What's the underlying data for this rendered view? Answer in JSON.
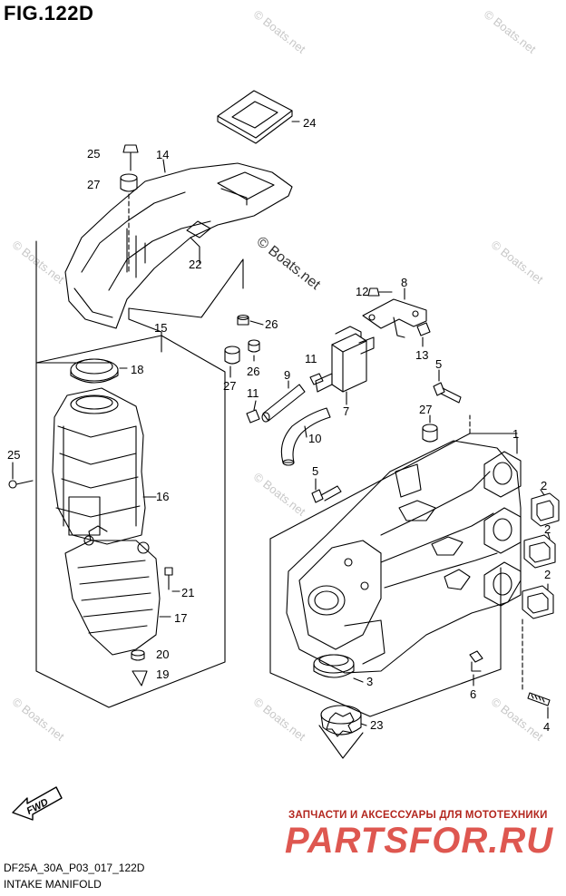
{
  "figure": {
    "title": "FIG.122D",
    "code": "DF25A_30A_P03_017_122D",
    "name": "INTAKE MANIFOLD"
  },
  "watermarks": {
    "boats": "© Boats.net",
    "shop_line": "ЗАПЧАСТИ И АКСЕССУАРЫ ДЛЯ МОТОТЕХНИКИ",
    "shop_brand": "PARTSFOR.RU"
  },
  "direction_label": "FWD",
  "callouts": [
    {
      "id": "c1",
      "text": "1"
    },
    {
      "id": "c2a",
      "text": "2"
    },
    {
      "id": "c2b",
      "text": "2"
    },
    {
      "id": "c2c",
      "text": "2"
    },
    {
      "id": "c3",
      "text": "3"
    },
    {
      "id": "c4",
      "text": "4"
    },
    {
      "id": "c5a",
      "text": "5"
    },
    {
      "id": "c5b",
      "text": "5"
    },
    {
      "id": "c6",
      "text": "6"
    },
    {
      "id": "c7",
      "text": "7"
    },
    {
      "id": "c8",
      "text": "8"
    },
    {
      "id": "c9",
      "text": "9"
    },
    {
      "id": "c10",
      "text": "10"
    },
    {
      "id": "c11a",
      "text": "11"
    },
    {
      "id": "c11b",
      "text": "11"
    },
    {
      "id": "c12",
      "text": "12"
    },
    {
      "id": "c13",
      "text": "13"
    },
    {
      "id": "c14",
      "text": "14"
    },
    {
      "id": "c15",
      "text": "15"
    },
    {
      "id": "c16",
      "text": "16"
    },
    {
      "id": "c17",
      "text": "17"
    },
    {
      "id": "c18",
      "text": "18"
    },
    {
      "id": "c19",
      "text": "19"
    },
    {
      "id": "c20",
      "text": "20"
    },
    {
      "id": "c21",
      "text": "21"
    },
    {
      "id": "c22",
      "text": "22"
    },
    {
      "id": "c23",
      "text": "23"
    },
    {
      "id": "c24",
      "text": "24"
    },
    {
      "id": "c25a",
      "text": "25"
    },
    {
      "id": "c25b",
      "text": "25"
    },
    {
      "id": "c26a",
      "text": "26"
    },
    {
      "id": "c26b",
      "text": "26"
    },
    {
      "id": "c27a",
      "text": "27"
    },
    {
      "id": "c27b",
      "text": "27"
    },
    {
      "id": "c27c",
      "text": "27"
    }
  ]
}
